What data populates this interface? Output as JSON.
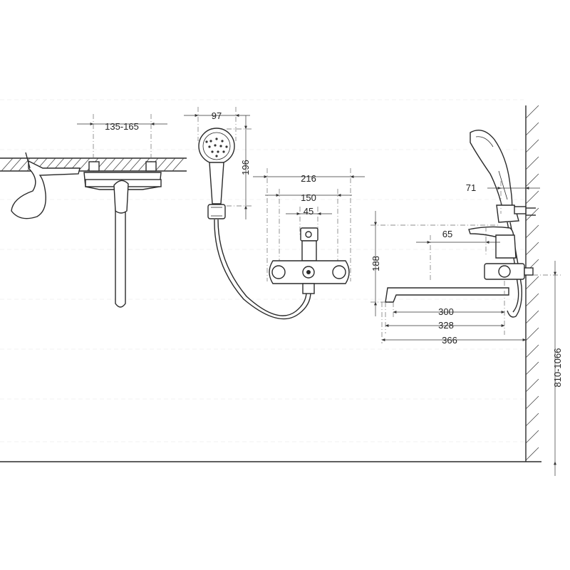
{
  "dimensions": {
    "install_spacing": "135-165",
    "showerhead_width": "97",
    "showerhead_length": "196",
    "plate_width": "216",
    "plate_center": "150",
    "knob_width": "45",
    "wall_offset": "71",
    "lever_depth": "65",
    "body_height": "188",
    "spout_300": "300",
    "spout_328": "328",
    "spout_366": "366",
    "mount_height": "810-1066"
  }
}
